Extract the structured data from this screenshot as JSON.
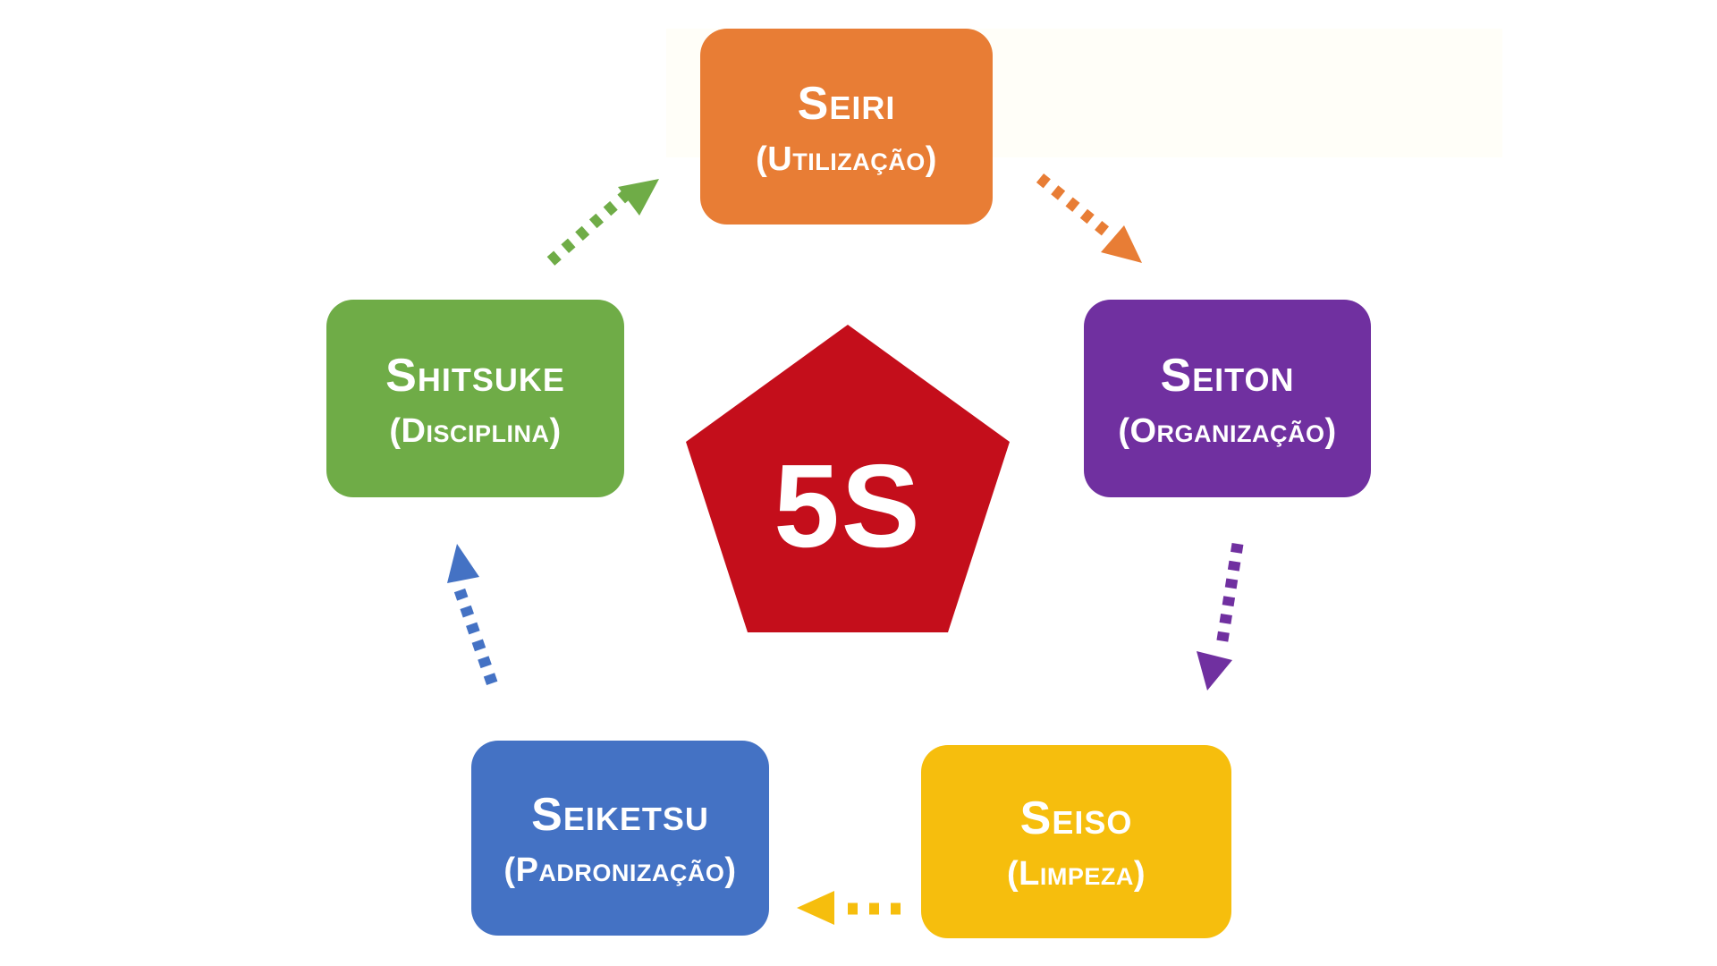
{
  "diagram": {
    "name": "5S cycle diagram"
  },
  "colors": {
    "red": "#C40E1B",
    "orange": "#E87D35",
    "purple": "#7030A0",
    "green": "#6FAC47",
    "yellow": "#F6BE0D",
    "blue": "#4472C4",
    "text": "#FFFFFF",
    "background": "#FFFFFF"
  },
  "center": {
    "label": "5S"
  },
  "nodes": [
    {
      "id": "seiri",
      "title": "Seiri",
      "subtitle": "(Utilização)",
      "color_key": "orange"
    },
    {
      "id": "seiton",
      "title": "Seiton",
      "subtitle": "(Organização)",
      "color_key": "purple"
    },
    {
      "id": "seiso",
      "title": "Seiso",
      "subtitle": "(Limpeza)",
      "color_key": "yellow"
    },
    {
      "id": "seiketsu",
      "title": "Seiketsu",
      "subtitle": "(Padronização)",
      "color_key": "blue"
    },
    {
      "id": "shitsuke",
      "title": "Shitsuke",
      "subtitle": "(Disciplina)",
      "color_key": "green"
    }
  ],
  "arrows": [
    {
      "from": "shitsuke",
      "to": "seiri",
      "color_key": "green",
      "style": "dotted"
    },
    {
      "from": "seiri",
      "to": "seiton",
      "color_key": "orange",
      "style": "dotted"
    },
    {
      "from": "seiton",
      "to": "seiso",
      "color_key": "purple",
      "style": "dotted"
    },
    {
      "from": "seiso",
      "to": "seiketsu",
      "color_key": "yellow",
      "style": "dotted"
    },
    {
      "from": "seiketsu",
      "to": "shitsuke",
      "color_key": "blue",
      "style": "dotted"
    }
  ]
}
